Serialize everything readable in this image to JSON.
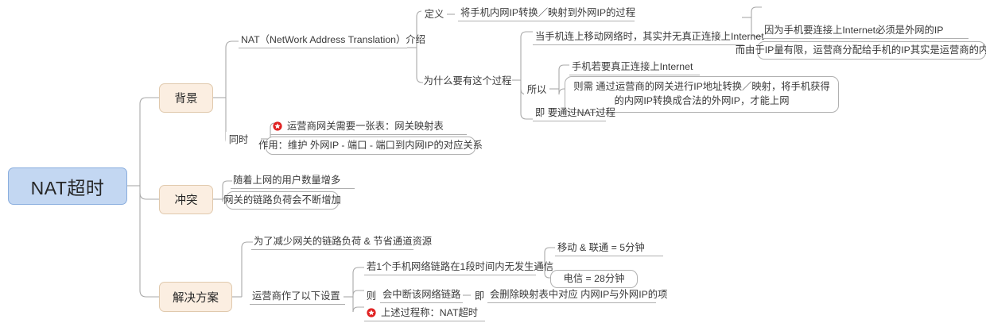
{
  "diagram": {
    "type": "mindmap",
    "root": {
      "label": "NAT超时"
    },
    "colors": {
      "root_fill": "#c3d7f2",
      "root_border": "#8aaede",
      "branch_fill": "#fbeee1",
      "branch_border": "#e0c9ad",
      "line": "#a9a9a9",
      "icon_red": "#e02020",
      "text": "#3a3a3a"
    },
    "icons": {
      "note": "star-circle-icon"
    },
    "branches": [
      {
        "label": "背景",
        "children": [
          {
            "label": "NAT（NetWork Address Translation）介绍",
            "tags": [
              "定义",
              "为什么要有这个过程"
            ],
            "nodes": [
              "将手机内网IP转换／映射到外网IP的过程",
              "当手机连上移动网络时，其实并无真正连接上Internet",
              "因为手机要连接上Internet必须是外网的IP",
              "而由于IP量有限，运营商分配给手机的IP其实是运营商的内网IP",
              "手机若要真正连接上Internet",
              "则需 通过运营商的网关进行IP地址转换／映射，将手机获得的内网IP转换成合法的外网IP，才能上网",
              "即 要通过NAT过程"
            ],
            "tag_so": "所以"
          },
          {
            "tag": "同时",
            "nodes": [
              "运营商网关需要一张表：网关映射表",
              "作用：维护 外网IP - 端口 - 端口到内网IP的对应关系"
            ]
          }
        ]
      },
      {
        "label": "冲突",
        "nodes": [
          "随着上网的用户数量增多",
          "网关的链路负荷会不断增加"
        ]
      },
      {
        "label": "解决方案",
        "nodes": [
          "为了减少网关的链路负荷 & 节省通道资源",
          "运营商作了以下设置",
          "若1个手机网络链路在1段时间内无发生通信",
          "移动 & 联通 = 5分钟",
          "电信 = 28分钟",
          "则 会中断该网络链路",
          "即 会删除映射表中对应 内网IP与外网IP的项",
          "上述过程称：NAT超时"
        ],
        "tags": [
          "则",
          "即"
        ]
      }
    ]
  },
  "labels": {
    "root": "NAT超时",
    "b_background": "背景",
    "b_conflict": "冲突",
    "b_solution": "解决方案",
    "nat_intro": "NAT（NetWork Address Translation）介绍",
    "tag_definition": "定义",
    "def_text": "将手机内网IP转换／映射到外网IP的过程",
    "tag_why": "为什么要有这个过程",
    "why_1": "当手机连上移动网络时，其实并无真正连接上Internet",
    "why_1a": "因为手机要连接上Internet必须是外网的IP",
    "why_1b": "而由于IP量有限，运营商分配给手机的IP其实是运营商的内网IP",
    "tag_so": "所以",
    "so_1": "手机若要真正连接上Internet",
    "so_2": "则需 通过运营商的网关进行IP地址转换／映射，将手机获得的内网IP转换成合法的外网IP，才能上网",
    "so_3": "即 要通过NAT过程",
    "tag_meanwhile": "同时",
    "mw_1": "运营商网关需要一张表：网关映射表",
    "mw_2": "作用：维护 外网IP - 端口 - 端口到内网IP的对应关系",
    "cf_1": "随着上网的用户数量增多",
    "cf_2": "网关的链路负荷会不断增加",
    "sol_1": "为了减少网关的链路负荷 & 节省通道资源",
    "sol_2": "运营商作了以下设置",
    "sol_3": "若1个手机网络链路在1段时间内无发生通信",
    "sol_3a": "移动 & 联通 = 5分钟",
    "sol_3b": "电信 = 28分钟",
    "tag_then": "则",
    "sol_4": "会中断该网络链路",
    "tag_that_is": "即",
    "sol_5": "会删除映射表中对应 内网IP与外网IP的项",
    "sol_6": "上述过程称：NAT超时"
  }
}
